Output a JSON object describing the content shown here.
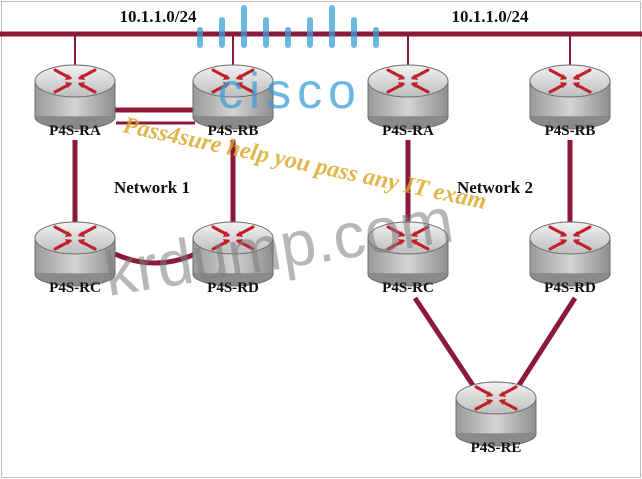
{
  "subnets": {
    "left": "10.1.1.0/24",
    "right": "10.1.1.0/24"
  },
  "networks": {
    "one": "Network 1",
    "two": "Network 2"
  },
  "routers": {
    "n1_ra": "P4S-RA",
    "n1_rb": "P4S-RB",
    "n1_rc": "P4S-RC",
    "n1_rd": "P4S-RD",
    "n2_ra": "P4S-RA",
    "n2_rb": "P4S-RB",
    "n2_rc": "P4S-RC",
    "n2_rd": "P4S-RD",
    "n2_re": "P4S-RE"
  },
  "watermarks": {
    "logo": "cisco",
    "pass": "Pass4sure help you pass any IT exam",
    "site": "krdump.com"
  },
  "colors": {
    "link": "#8b1a3a",
    "router_body": "#c8c8c8",
    "router_arrow": "#c0202a",
    "logo": "#3a9fd6",
    "pass_watermark": "#d9a521"
  }
}
